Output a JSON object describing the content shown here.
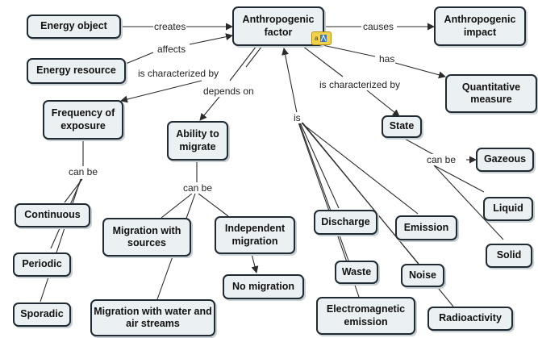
{
  "nodes": {
    "energy_object": "Energy object",
    "anthropogenic_factor": "Anthropogenic factor",
    "anthropogenic_impact": "Anthropogenic impact",
    "energy_resource": "Energy resource",
    "quantitative_measure": "Quantitative measure",
    "frequency_of_exposure": "Frequency of exposure",
    "ability_to_migrate": "Ability to migrate",
    "state": "State",
    "gazeous": "Gazeous",
    "liquid": "Liquid",
    "solid": "Solid",
    "continuous": "Continuous",
    "periodic": "Periodic",
    "sporadic": "Sporadic",
    "migration_with_sources": "Migration with sources",
    "independent_migration": "Independent migration",
    "no_migration": "No migration",
    "migration_with_water": "Migration with water and air streams",
    "discharge": "Discharge",
    "emission": "Emission",
    "waste": "Waste",
    "noise": "Noise",
    "electromagnetic_emission": "Electromagnetic emission",
    "radioactivity": "Radioactivity"
  },
  "links": {
    "creates": "creates",
    "affects": "affects",
    "causes": "causes",
    "has": "has",
    "characterized_left": "is characterized by",
    "depends_on": "depends on",
    "is": "is",
    "characterized_right": "is characterized by",
    "can_be_state": "can be",
    "can_be_frequency": "can be",
    "can_be_migrate": "can be"
  },
  "colors": {
    "node_fill": "#ebf1f2",
    "node_border": "#1f2a33",
    "line": "#2b2b2b",
    "badge": "#f2d24b"
  },
  "icons": [
    "attachment-badge-icon"
  ]
}
